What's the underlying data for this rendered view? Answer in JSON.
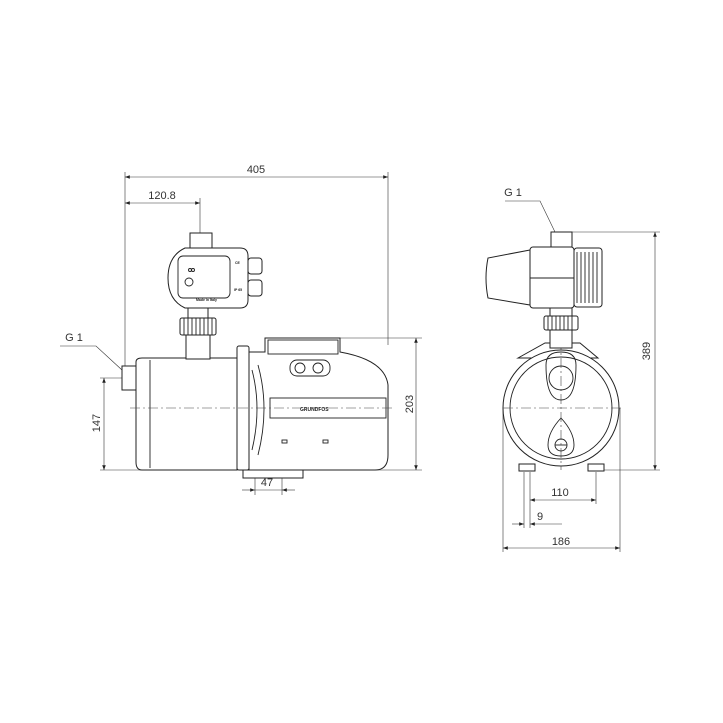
{
  "drawing": {
    "side_view": {
      "dimensions": {
        "overall_length": "405",
        "outlet_offset": "120.8",
        "motor_height": "203",
        "inlet_height": "147",
        "foot_width": "47"
      },
      "inlet_label": "G 1",
      "markings": {
        "made_in": "Made in Italy",
        "ce": "CE",
        "ip": "IP 65",
        "brand": "GRUNDFOS"
      }
    },
    "end_view": {
      "outlet_label": "G 1",
      "dimensions": {
        "overall_height": "389",
        "foot_spacing": "110",
        "foot_hole": "9",
        "overall_width": "186"
      }
    }
  }
}
